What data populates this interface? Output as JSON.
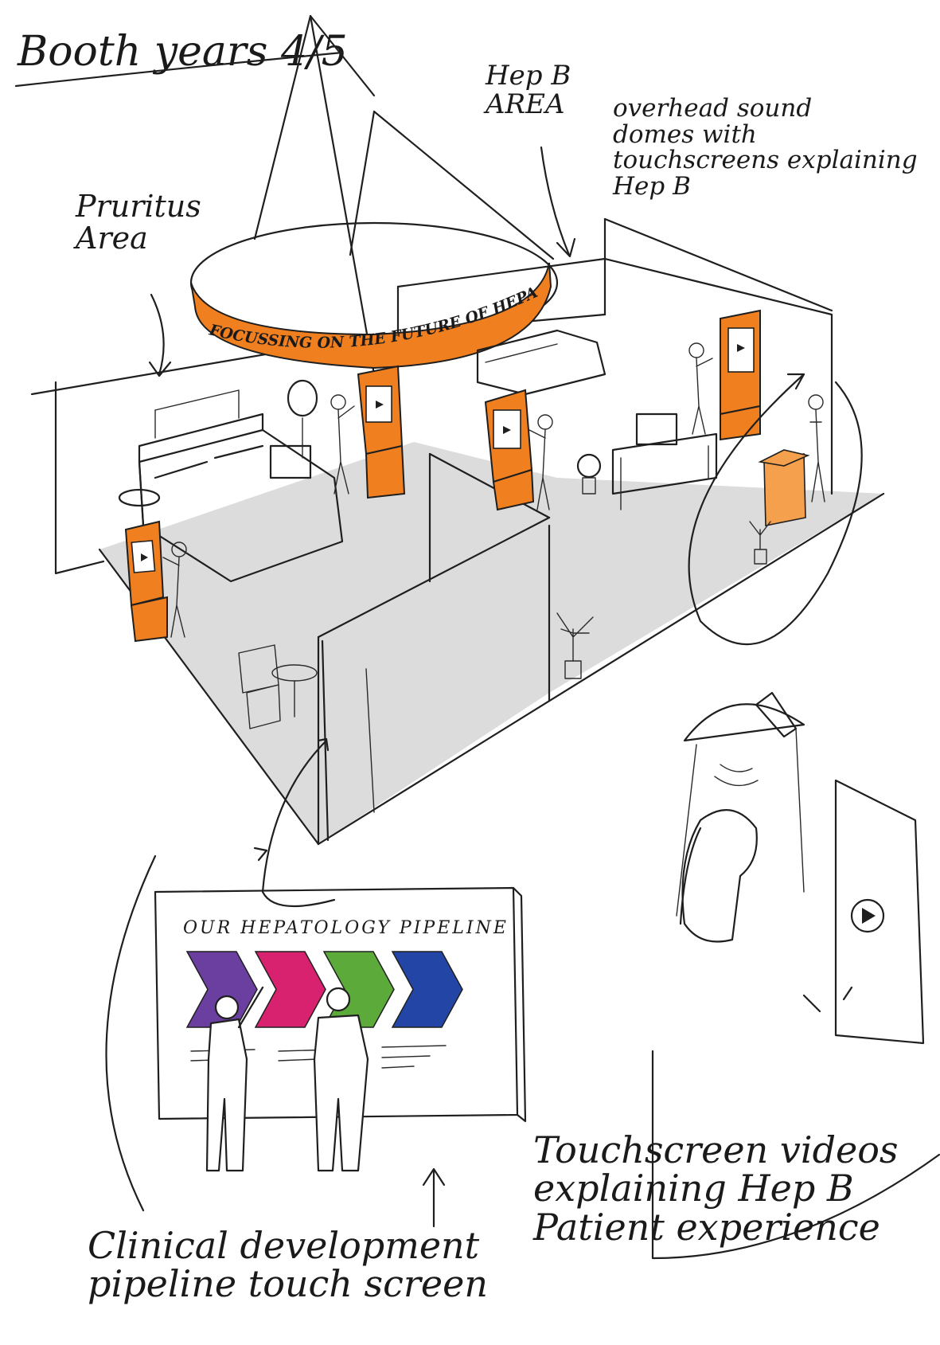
{
  "title": "Booth years 4/5",
  "annotations": {
    "hep_b_area": "Hep B\nAREA",
    "overhead": "overhead sound\ndomes with\ntouchscreens explaining\nHep B",
    "pruritus": "Pruritus\nArea",
    "touchscreen_videos": "Touchscreen videos\nexplaining Hep B\nPatient experience",
    "clinical": "Clinical development\npipeline touch screen"
  },
  "ring_banner": "FOCUSSING ON THE FUTURE OF HEPATOLOGY",
  "pipeline_board": {
    "title": "OUR HEPATOLOGY PIPELINE",
    "chevron_colors": [
      "#6a3fa0",
      "#d9226f",
      "#5caa3a",
      "#2346a6"
    ]
  },
  "colors": {
    "accent": "#f07f1f",
    "floor": "#dcdcdc"
  }
}
